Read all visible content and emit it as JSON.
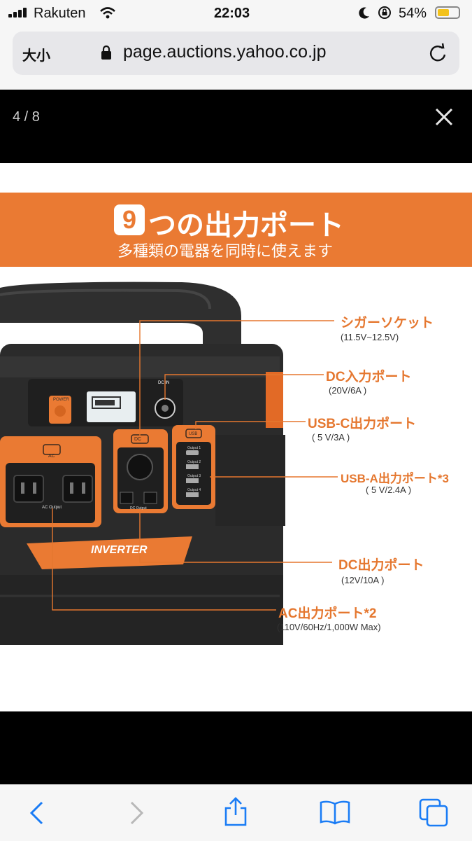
{
  "status_bar": {
    "carrier": "Rakuten",
    "time": "22:03",
    "battery": "54%"
  },
  "browser": {
    "text_size_label": "大小",
    "url": "page.auctions.yahoo.co.jp"
  },
  "viewer": {
    "counter": "4 / 8"
  },
  "product_image": {
    "badge_number": "9",
    "title": "つの出力ポート",
    "subtitle": "多種類の電器を同時に使えます",
    "device_texts": {
      "power": "POWER",
      "dc_in": "DC IN",
      "ac": "AC",
      "ac_output": "AC Output",
      "dc": "DC",
      "dc_output": "DC Output",
      "usb": "USB",
      "usb_outputs": [
        "Output 1",
        "Output 2",
        "Output 3",
        "Output 4"
      ],
      "inverter": "INVERTER"
    },
    "callouts": [
      {
        "id": "cigar",
        "label": "シガーソケット",
        "spec": "(11.5V~12.5V)"
      },
      {
        "id": "dc-in",
        "label": "DC入力ポート",
        "spec": "(20V/6A )"
      },
      {
        "id": "usb-c",
        "label": "USB-C出力ポート",
        "spec": "( 5 V/3A )"
      },
      {
        "id": "usb-a",
        "label": "USB-A出力ポート*3",
        "spec": "( 5 V/2.4A )"
      },
      {
        "id": "dc-out",
        "label": "DC出力ポート",
        "spec": "(12V/10A )"
      },
      {
        "id": "ac-out",
        "label": "AC出力ポート*2",
        "spec": "(110V/60Hz/1,000W Max)"
      }
    ]
  },
  "colors": {
    "accent_orange": "#ea7a33",
    "device_body": "#2b2b2b",
    "chrome_bg": "#f6f6f6",
    "ios_blue": "#1a7cf5"
  },
  "icons": {
    "back": "chevron-left-icon",
    "forward": "chevron-right-icon",
    "share": "share-icon",
    "bookmarks": "book-icon",
    "tabs": "tabs-icon",
    "close": "close-icon",
    "lock": "lock-icon",
    "reload": "reload-icon"
  }
}
